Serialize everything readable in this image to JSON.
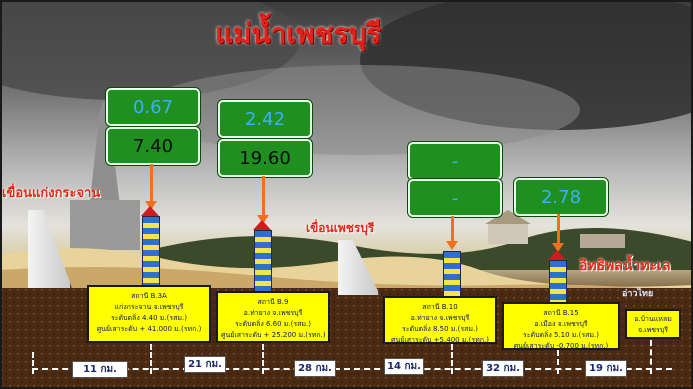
{
  "title": "แม่น้ำเพชรบุรี",
  "labels": {
    "dam_kaeng_krachan": "เขื่อนแก่งกระจาน",
    "dam_phetchaburi": "เขื่อนเพชรบุรี",
    "tidal_influence": "อิทธิพลน้ำทะเล",
    "gulf": "อ่าวไทย"
  },
  "stations": {
    "b3a": {
      "top_value": "0.67",
      "bottom_value": "7.40",
      "info": [
        "สถานี B.3A",
        "แก่งกระจาน จ.เพชรบุรี",
        "ระดับตลิ่ง 4.40 ม.(รสม.)",
        "ศูนย์เสาระดับ + 41.000 ม.(รทก.)"
      ]
    },
    "b9": {
      "top_value": "2.42",
      "bottom_value": "19.60",
      "info": [
        "สถานี B.9",
        "อ.ท่ายาง จ.เพชรบุรี",
        "ระดับตลิ่ง 6.60 ม.(รสม.)",
        "ศูนย์เสาระดับ + 25.200 ม.(รทก.)"
      ]
    },
    "b10": {
      "top_value": "-",
      "bottom_value": "-",
      "info": [
        "สถานี B.10",
        "อ.ท่ายาง จ.เพชรบุรี",
        "ระดับตลิ่ง 8.50 ม.(รสม.)",
        "ศูนย์เสาระดับ +5.400 ม.(รทก.)"
      ]
    },
    "b15": {
      "value": "2.78",
      "info": [
        "สถานี B.15",
        "อ.เมือง จ.เพชรบุรี",
        "ระดับตลิ่ง 5.10 ม.(รสม.)",
        "ศูนย์เสาระดับ -0.700 ม.(รทก.)"
      ]
    },
    "ban_laem": {
      "info": [
        "อ.บ้านแหลม",
        "จ.เพชรบุรี"
      ]
    }
  },
  "distances": [
    "11 กม.",
    "21 กม.",
    "28 กม.",
    "14 กม.",
    "32 กม.",
    "19 กม."
  ],
  "colors": {
    "title_red": "#e0241c",
    "value_box_green": "#1f8f1f",
    "value_text_blue": "#3ab0ff",
    "info_yellow": "#ffff00",
    "arrow_orange": "#f07020"
  }
}
